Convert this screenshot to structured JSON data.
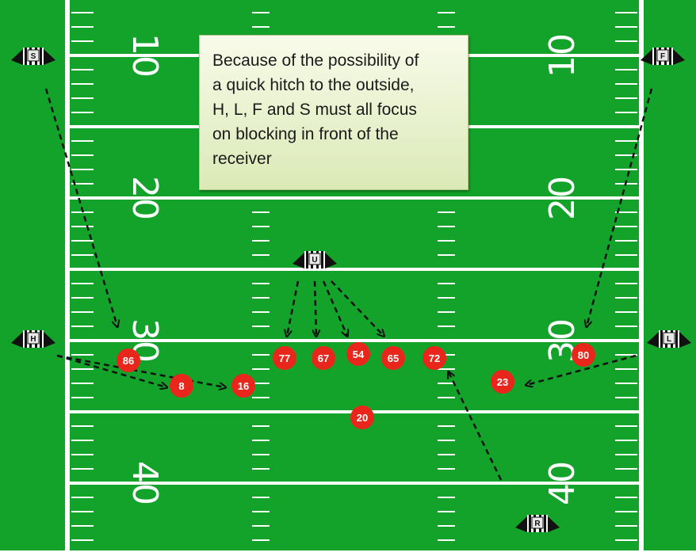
{
  "callout": {
    "lines": [
      "Because of the possibility of",
      "a quick hitch to the outside,",
      "H, L, F and S must all focus",
      "on blocking in front of the",
      "receiver"
    ]
  },
  "yard_numbers": {
    "ten": "10",
    "twenty": "20",
    "thirty": "30",
    "forty": "40"
  },
  "officials": [
    {
      "id": "S",
      "label": "S"
    },
    {
      "id": "F",
      "label": "F"
    },
    {
      "id": "U",
      "label": "U"
    },
    {
      "id": "H",
      "label": "H"
    },
    {
      "id": "L",
      "label": "L"
    },
    {
      "id": "R",
      "label": "R"
    }
  ],
  "players": [
    "86",
    "8",
    "16",
    "77",
    "67",
    "54",
    "65",
    "72",
    "80",
    "23",
    "20"
  ],
  "colors": {
    "field": "#14a32a",
    "lines": "#ffffff",
    "player": "#e8261b",
    "arrow": "#111111",
    "callout_fill": "#e6f0c8"
  }
}
